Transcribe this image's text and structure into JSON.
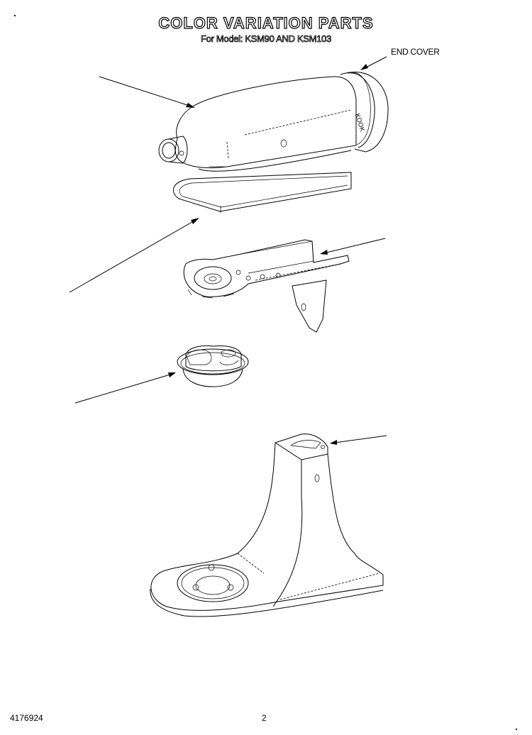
{
  "document": {
    "title": "COLOR VARIATION PARTS",
    "subtitle": "For Model: KSM90 AND KSM103",
    "labels": {
      "end_cover": "END COVER"
    },
    "footer": {
      "part_number": "4176924",
      "page_number": "2"
    }
  },
  "diagram": {
    "parts": [
      {
        "name": "motor-housing",
        "callout": "arrow",
        "label": ""
      },
      {
        "name": "end-cover",
        "callout": "arrow",
        "label": "END COVER"
      },
      {
        "name": "trim-band",
        "callout": "arrow",
        "label": ""
      },
      {
        "name": "gear-case-frame",
        "callout": "arrow",
        "label": ""
      },
      {
        "name": "planetary-hub-cover",
        "callout": "arrow",
        "label": ""
      },
      {
        "name": "pedestal-base",
        "callout": "arrow",
        "label": ""
      }
    ]
  }
}
